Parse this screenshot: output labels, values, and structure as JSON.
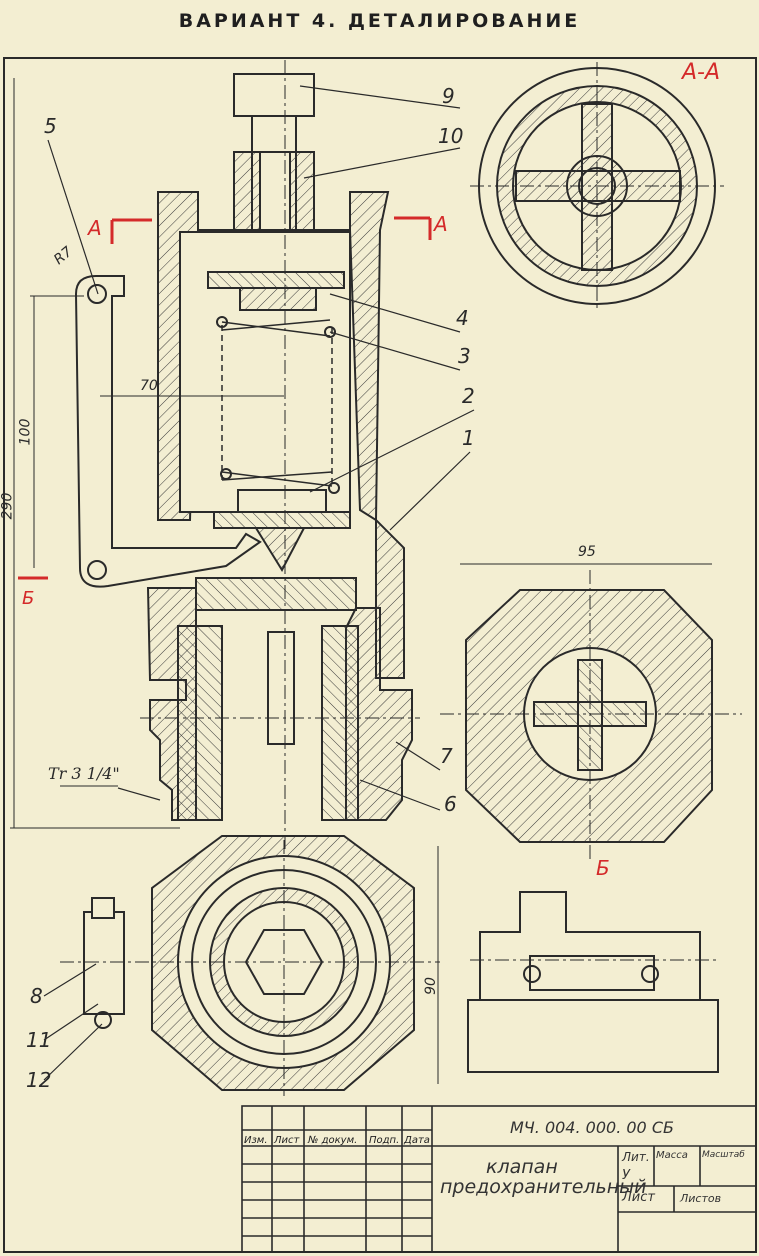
{
  "title": "ВАРИАНТ 4. ДЕТАЛИРОВАНИЕ",
  "section_labels": {
    "aa": "А-А",
    "a_left": "А",
    "a_right": "А",
    "b_mark": "Б",
    "b_view": "Б"
  },
  "callouts": {
    "n1": "1",
    "n2": "2",
    "n3": "3",
    "n4": "4",
    "n5": "5",
    "n6": "6",
    "n7": "7",
    "n8": "8",
    "n9": "9",
    "n10": "10",
    "n11": "11",
    "n12": "12"
  },
  "dimensions": {
    "r7": "R7",
    "d70": "70",
    "d100": "100",
    "d290": "290",
    "d95": "95",
    "d90": "90",
    "thread": "Tr 3 1/4\""
  },
  "title_block": {
    "code": "МЧ. 004. 000. 00 СБ",
    "name_line1": "клапан",
    "name_line2": "предохранительный",
    "headers": [
      "Изм.",
      "Лист",
      "№ докум.",
      "Подп.",
      "Дата"
    ],
    "lit": "Лит.",
    "massa": "Масса",
    "masshtab": "Масштаб",
    "lit_value": "У",
    "list": "Лист",
    "listov": "Листов"
  },
  "colors": {
    "paper": "#f3eed2",
    "ink": "#2a2a2a",
    "red": "#d42a2a"
  }
}
